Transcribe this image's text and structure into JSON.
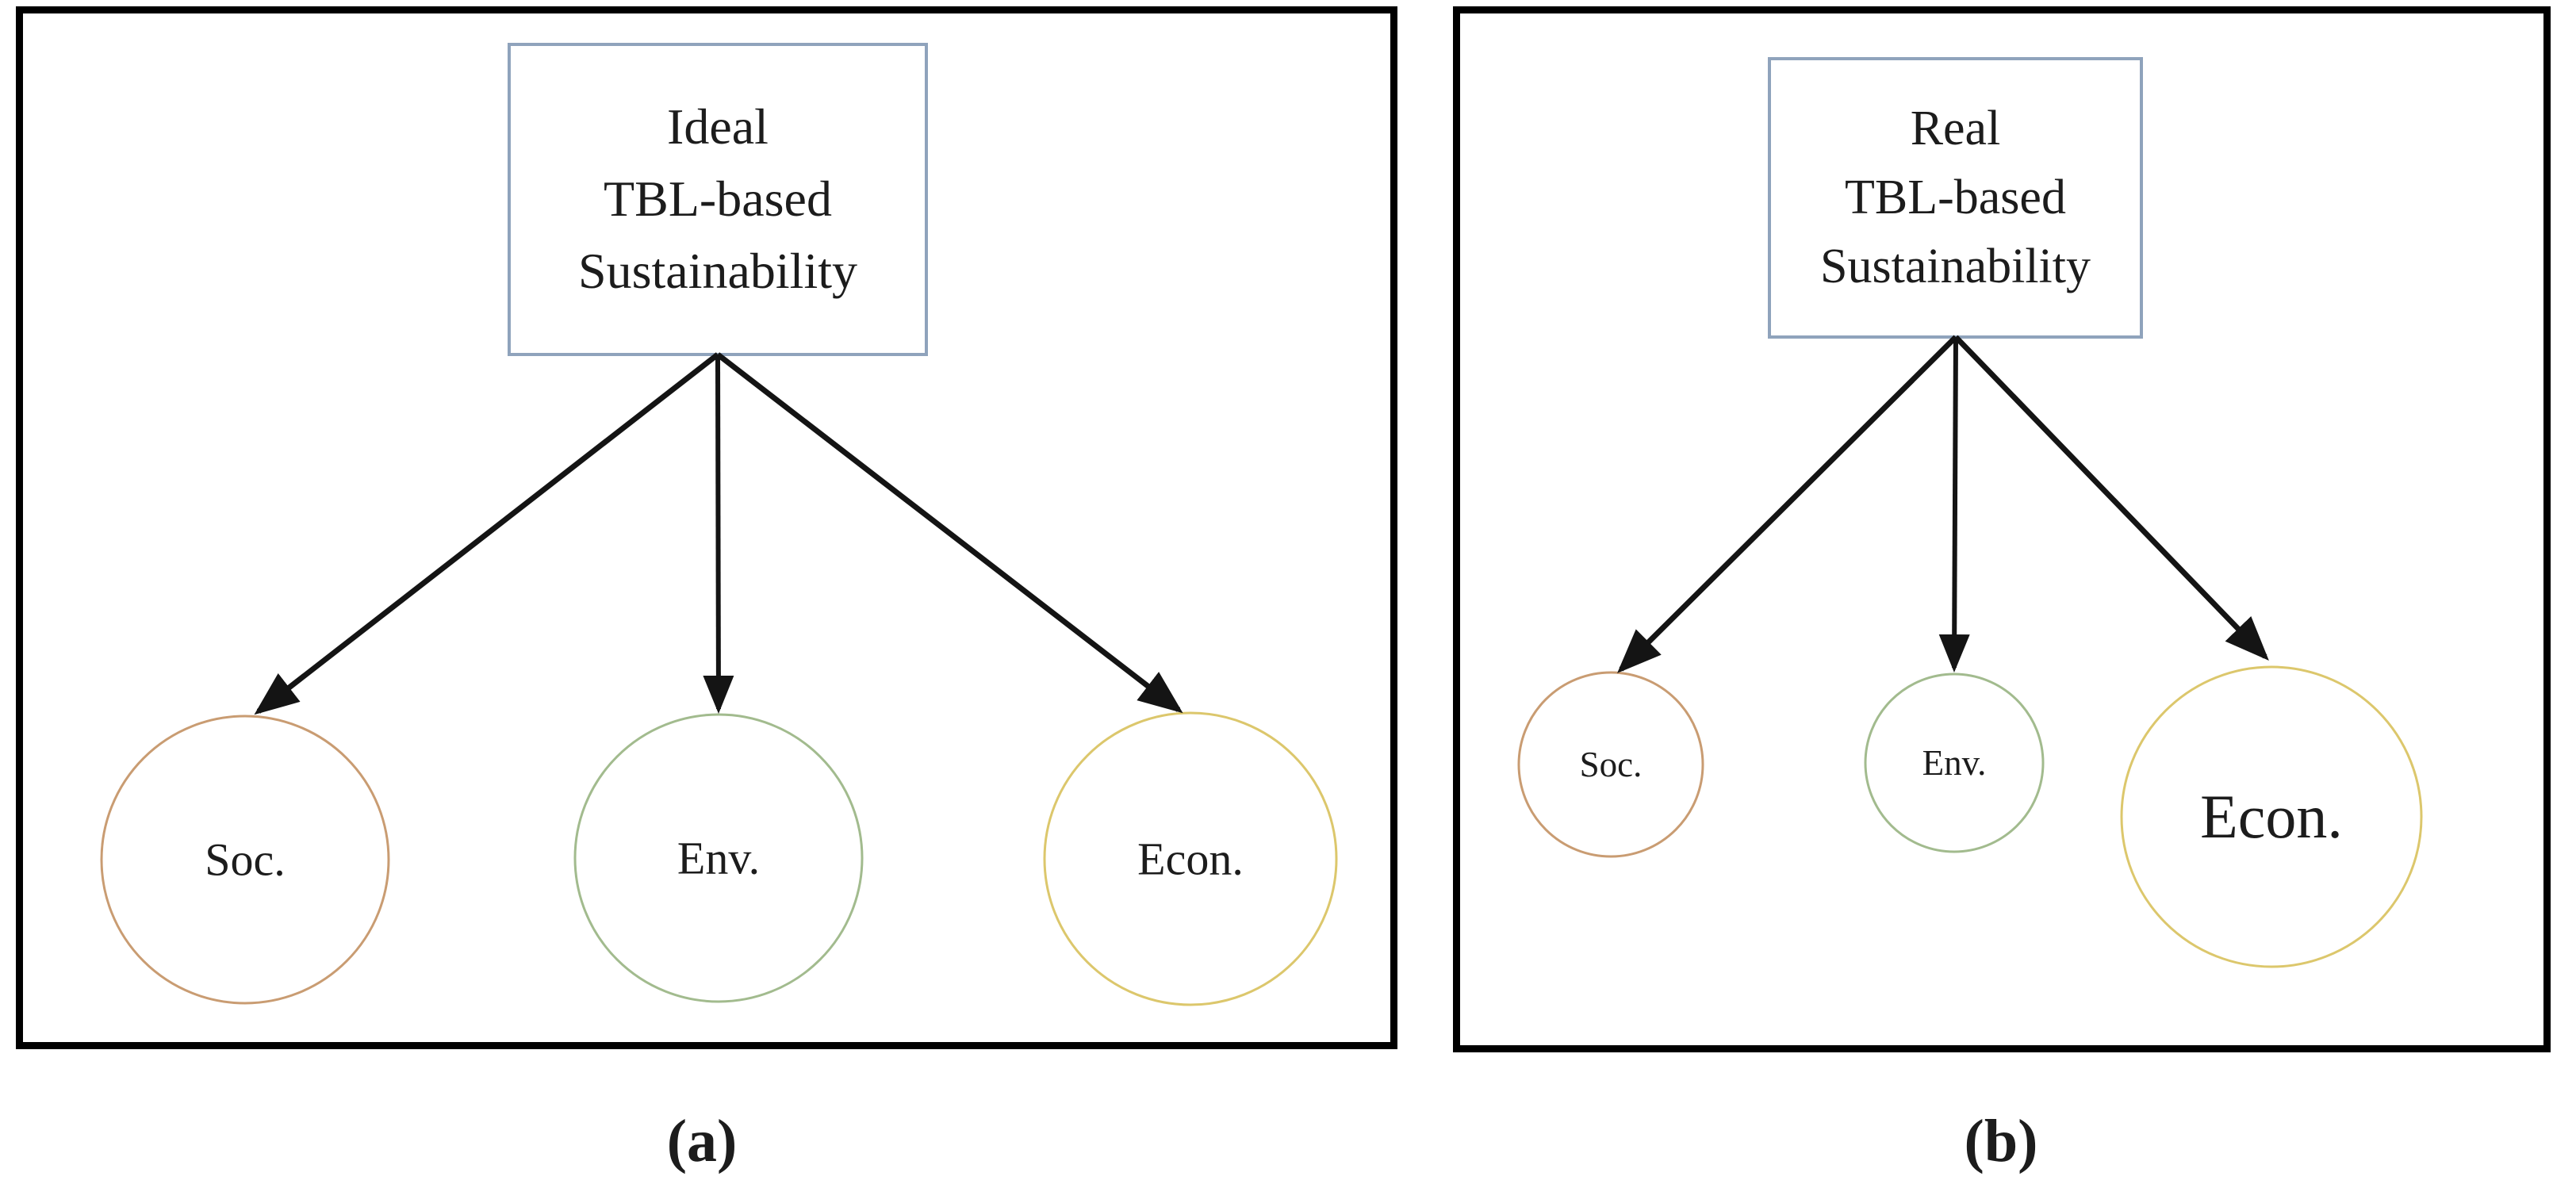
{
  "panels": [
    {
      "caption": "(a)",
      "box_lines": [
        "Ideal",
        "TBL-based",
        "Sustainability"
      ],
      "circles": [
        {
          "label": "Soc.",
          "size": "large"
        },
        {
          "label": "Env.",
          "size": "large"
        },
        {
          "label": "Econ.",
          "size": "large"
        }
      ]
    },
    {
      "caption": "(b)",
      "box_lines": [
        "Real",
        "TBL-based",
        "Sustainability"
      ],
      "circles": [
        {
          "label": "Soc.",
          "size": "small"
        },
        {
          "label": "Env.",
          "size": "small"
        },
        {
          "label": "Econ.",
          "size": "extra-large"
        }
      ]
    }
  ],
  "colors": {
    "panel_border": "#000000",
    "box_border": "#8FA3BC",
    "arrow": "#141414",
    "soc_circle": "#C99C72",
    "env_circle": "#A2BB8E",
    "econ_circle": "#DCC76C"
  }
}
